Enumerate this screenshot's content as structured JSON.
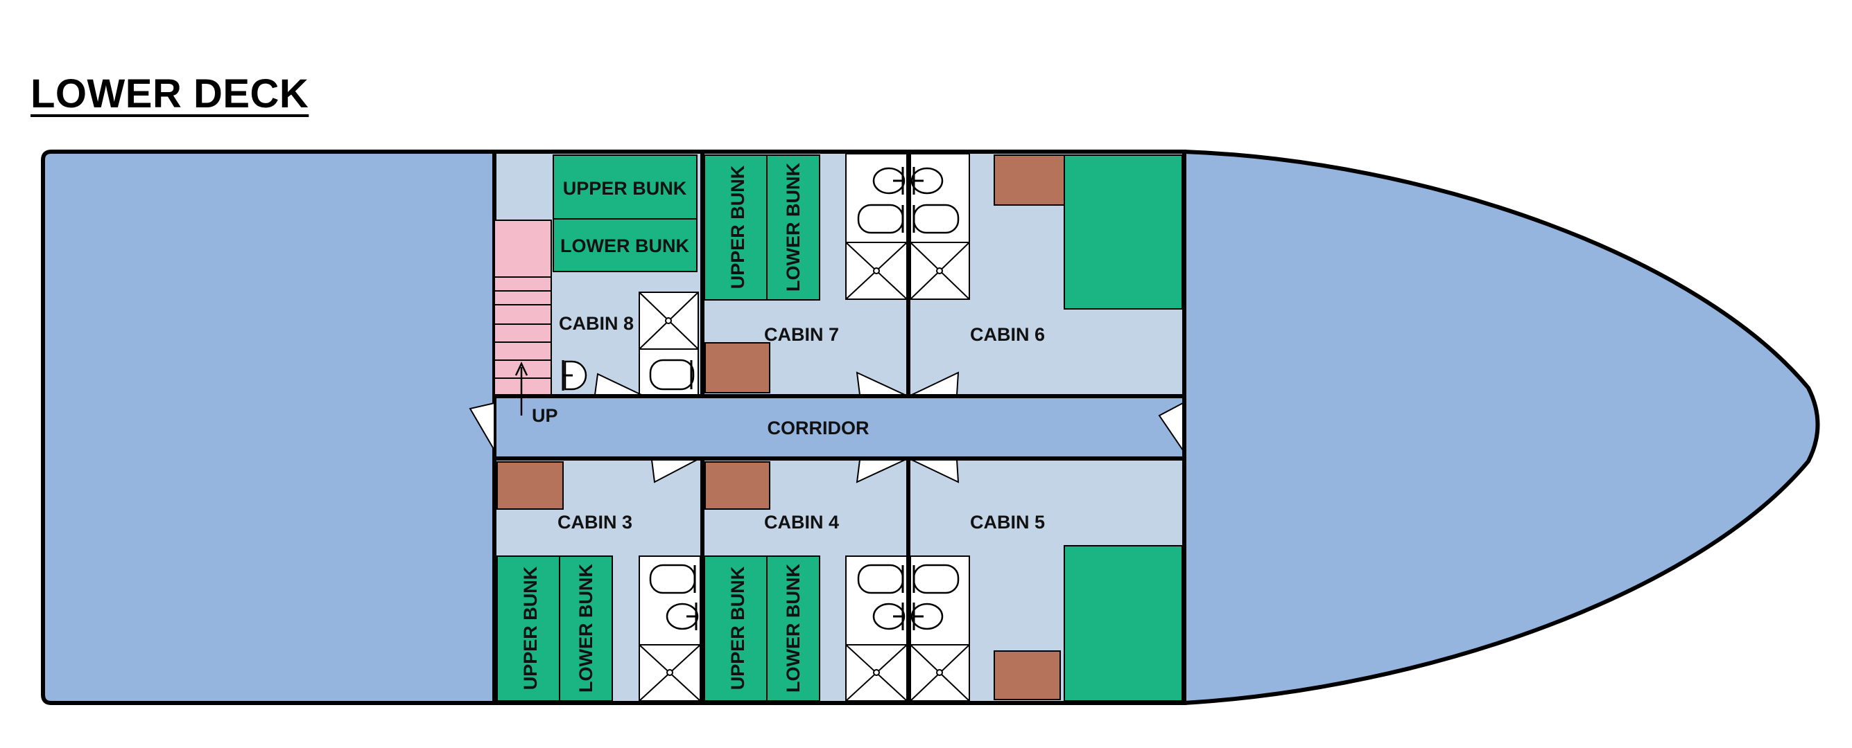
{
  "title": "LOWER DECK",
  "corridor_label": "CORRIDOR",
  "stairs_label": "UP",
  "cabins": [
    {
      "id": "cabin-8",
      "label": "CABIN 8"
    },
    {
      "id": "cabin-7",
      "label": "CABIN 7"
    },
    {
      "id": "cabin-6",
      "label": "CABIN 6"
    },
    {
      "id": "cabin-3",
      "label": "CABIN 3"
    },
    {
      "id": "cabin-4",
      "label": "CABIN 4"
    },
    {
      "id": "cabin-5",
      "label": "CABIN 5"
    }
  ],
  "bunks": {
    "upper": "UPPER BUNK",
    "lower": "LOWER BUNK"
  },
  "colors": {
    "hull": "#95b5de",
    "cabin_floor": "#c3d4e6",
    "bunk": "#1bb583",
    "desk": "#b5735b",
    "stairs": "#f4bccb"
  }
}
